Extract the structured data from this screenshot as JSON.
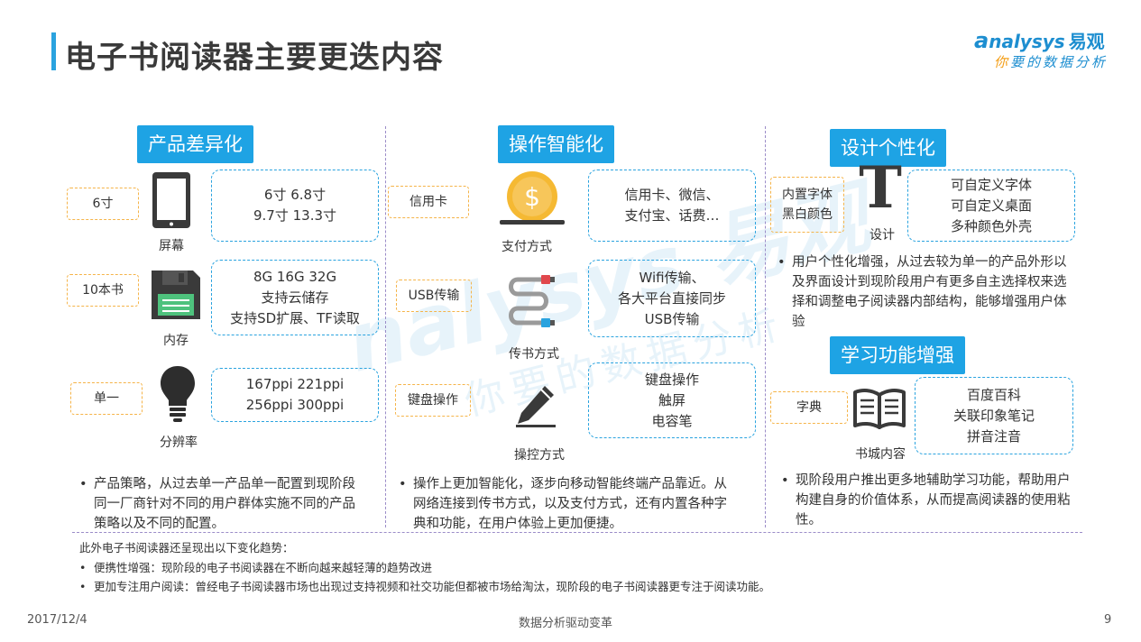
{
  "header": {
    "title": "电子书阅读器主要更迭内容",
    "logo_main": "nalysys",
    "logo_cn": "易观",
    "logo_sub_highlight": "你",
    "logo_sub_rest": "要的数据分析"
  },
  "colors": {
    "accent": "#1ea3e4",
    "orange_border": "#f5b449",
    "divider": "#9b8cc8",
    "logo": "#1d8ed0"
  },
  "col1": {
    "tag": "产品差异化",
    "rows": [
      {
        "orange": "6寸",
        "icon": "tablet-icon",
        "label": "屏幕",
        "lines": [
          "6寸  6.8寸",
          "9.7寸  13.3寸"
        ]
      },
      {
        "orange": "10本书",
        "icon": "floppy-disk-icon",
        "label": "内存",
        "lines": [
          "8G 16G 32G",
          "支持云储存",
          "支持SD扩展、TF读取"
        ]
      },
      {
        "orange": "单一",
        "icon": "lightbulb-icon",
        "label": "分辨率",
        "lines": [
          "167ppi 221ppi",
          "256ppi 300ppi"
        ]
      }
    ],
    "bullet": "产品策略，从过去单一产品单一配置到现阶段同一厂商针对不同的用户群体实施不同的产品策略以及不同的配置。"
  },
  "col2": {
    "tag": "操作智能化",
    "rows": [
      {
        "orange": "信用卡",
        "icon": "coin-dollar-icon",
        "label": "支付方式",
        "lines": [
          "信用卡、微信、",
          "支付宝、话费…"
        ]
      },
      {
        "orange": "USB传输",
        "icon": "usb-cable-icon",
        "label": "传书方式",
        "lines": [
          "Wifi传输、",
          "各大平台直接同步",
          "USB传输"
        ]
      },
      {
        "orange": "键盘操作",
        "icon": "pencil-icon",
        "label": "操控方式",
        "lines": [
          "键盘操作",
          "触屏",
          "电容笔"
        ]
      }
    ],
    "bullet": "操作上更加智能化，逐步向移动智能终端产品靠近。从网络连接到传书方式，以及支付方式，还有内置各种字典和功能，在用户体验上更加便捷。"
  },
  "col3": {
    "tag1": "设计个性化",
    "design_orange": [
      "内置字体",
      "黑白颜色"
    ],
    "design_icon_glyph": "T",
    "design_label": "设计",
    "design_lines": [
      "可自定义字体",
      "可自定义桌面",
      "多种颜色外壳"
    ],
    "bullet1": "用户个性化增强，从过去较为单一的产品外形以及界面设计到现阶段用户有更多自主选择权来选择和调整电子阅读器内部结构，能够增强用户体验",
    "tag2": "学习功能增强",
    "study_orange": "字典",
    "study_label": "书城内容",
    "study_lines": [
      "百度百科",
      "关联印象笔记",
      "拼音注音"
    ],
    "bullet2": "现阶段用户推出更多地辅助学习功能，帮助用户构建自身的价值体系，从而提高阅读器的使用粘性。"
  },
  "footer": {
    "intro": "此外电子书阅读器还呈现出以下变化趋势：",
    "items": [
      "便携性增强：现阶段的电子书阅读器在不断向越来越轻薄的趋势改进",
      "更加专注用户阅读：曾经电子书阅读器市场也出现过支持视频和社交功能但都被市场给淘汰，现阶段的电子书阅读器更专注于阅读功能。"
    ],
    "bullet_glyph": "•"
  },
  "bottom": {
    "date": "2017/12/4",
    "slogan": "数据分析驱动变革",
    "page": "9"
  },
  "watermark": {
    "main": "nalysys 易观",
    "sub": "你要的数据分析"
  }
}
